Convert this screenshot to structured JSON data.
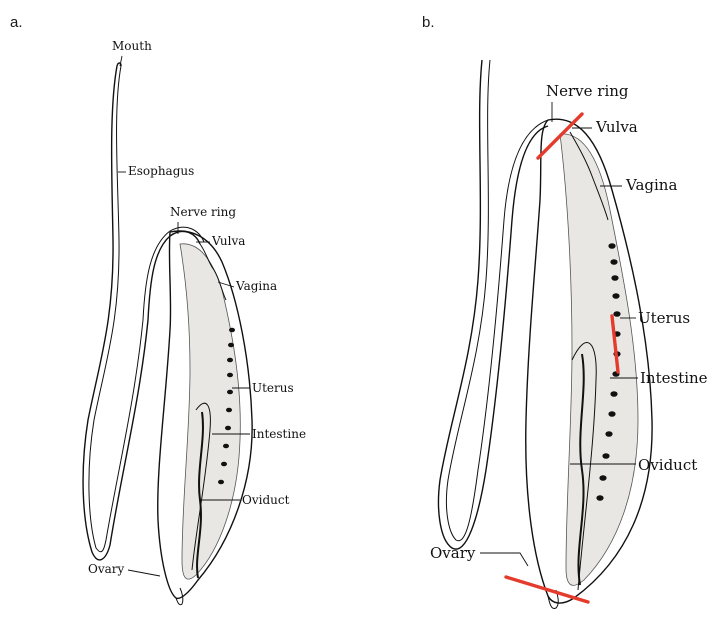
{
  "panels": [
    {
      "letter": "a.",
      "labels": {
        "mouth": "Mouth",
        "esophagus": "Esophagus",
        "nerve_ring": "Nerve ring",
        "vulva": "Vulva",
        "vagina": "Vagina",
        "uterus": "Uterus",
        "intestine": "Intestine",
        "oviduct": "Oviduct",
        "ovary": "Ovary"
      }
    },
    {
      "letter": "b.",
      "labels": {
        "nerve_ring": "Nerve ring",
        "vulva": "Vulva",
        "vagina": "Vagina",
        "uterus": "Uterus",
        "intestine": "Intestine",
        "oviduct": "Oviduct",
        "ovary": "Ovary"
      },
      "cut_marks_color": "#e53b2c"
    }
  ]
}
